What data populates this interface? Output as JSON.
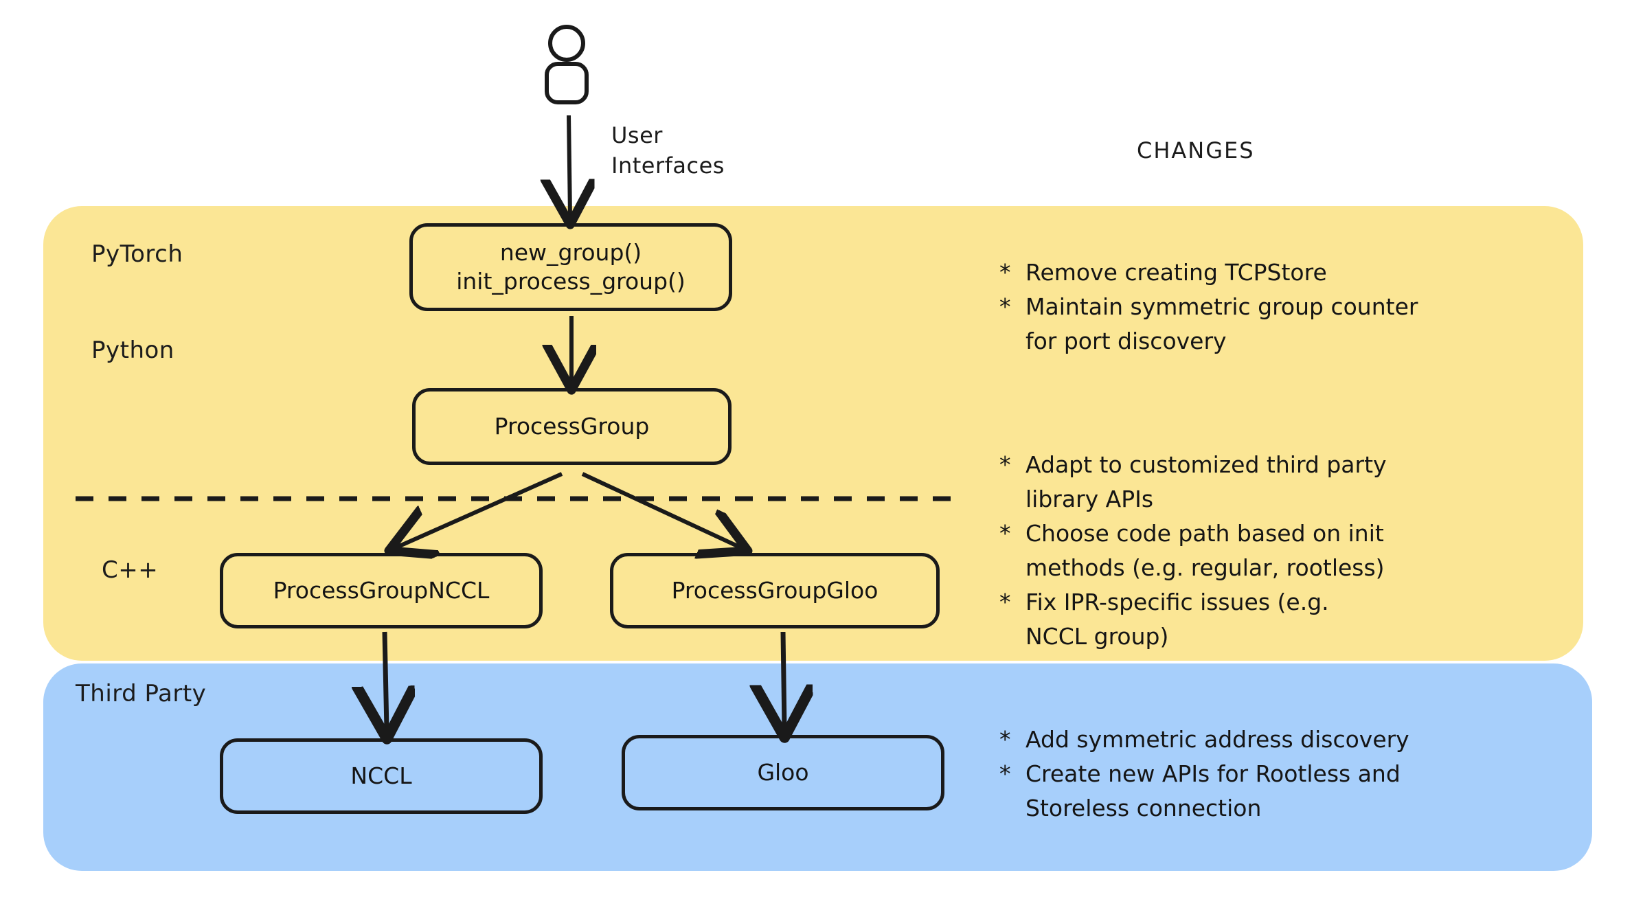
{
  "diagram": {
    "title_right": "CHANGES",
    "actor_label": "User\nInterfaces",
    "actor_icon": "person-icon",
    "colors": {
      "pytorch_panel": "#FBE695",
      "thirdparty_panel": "#A7CFFB",
      "stroke": "#1a1a1a",
      "text": "#151515"
    },
    "layers": [
      {
        "id": "pytorch",
        "label": "PyTorch"
      },
      {
        "id": "python",
        "label": "Python"
      },
      {
        "id": "cpp",
        "label": "C++"
      },
      {
        "id": "thirdparty",
        "label": "Third Party"
      }
    ],
    "nodes": {
      "new_group": {
        "line1": "new_group()",
        "line2": "init_process_group()"
      },
      "process_group": {
        "label": "ProcessGroup"
      },
      "pg_nccl": {
        "label": "ProcessGroupNCCL"
      },
      "pg_gloo": {
        "label": "ProcessGroupGloo"
      },
      "nccl": {
        "label": "NCCL"
      },
      "gloo": {
        "label": "Gloo"
      }
    },
    "changes": {
      "bullet_marker": "*",
      "groups": [
        {
          "id": "pytorch-python-changes",
          "items": [
            "Remove creating TCPStore",
            "Maintain symmetric group counter\nfor port discovery"
          ]
        },
        {
          "id": "cpp-changes",
          "items": [
            "Adapt to customized third party\nlibrary APIs",
            "Choose code path based on init\nmethods (e.g. regular, rootless)",
            "Fix IPR-specific issues (e.g.\nNCCL group)"
          ]
        },
        {
          "id": "thirdparty-changes",
          "items": [
            "Add symmetric address discovery",
            "Create new APIs for Rootless and\nStoreless connection"
          ]
        }
      ]
    }
  }
}
